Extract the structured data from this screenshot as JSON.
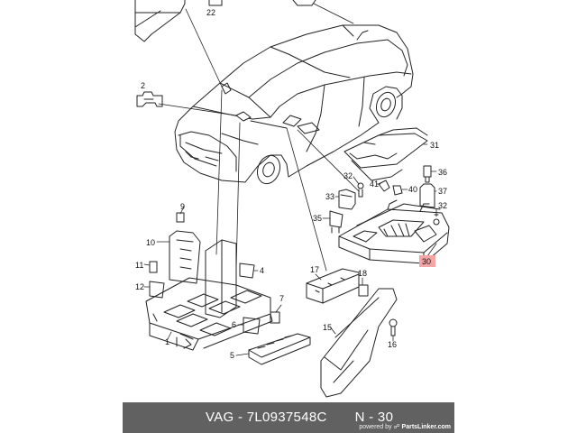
{
  "callouts": [
    {
      "id": "22",
      "label": "22"
    },
    {
      "id": "2",
      "label": "2"
    },
    {
      "id": "9",
      "label": "9"
    },
    {
      "id": "10",
      "label": "10"
    },
    {
      "id": "11",
      "label": "11"
    },
    {
      "id": "12",
      "label": "12"
    },
    {
      "id": "1",
      "label": "1"
    },
    {
      "id": "4",
      "label": "4"
    },
    {
      "id": "6",
      "label": "6"
    },
    {
      "id": "7",
      "label": "7"
    },
    {
      "id": "5",
      "label": "5"
    },
    {
      "id": "17",
      "label": "17"
    },
    {
      "id": "18",
      "label": "18"
    },
    {
      "id": "15",
      "label": "15"
    },
    {
      "id": "16",
      "label": "16"
    },
    {
      "id": "35",
      "label": "35"
    },
    {
      "id": "33",
      "label": "33"
    },
    {
      "id": "32a",
      "label": "32"
    },
    {
      "id": "41",
      "label": "41"
    },
    {
      "id": "40",
      "label": "40"
    },
    {
      "id": "31",
      "label": "31"
    },
    {
      "id": "36",
      "label": "36"
    },
    {
      "id": "37",
      "label": "37"
    },
    {
      "id": "32b",
      "label": "32"
    },
    {
      "id": "30",
      "label": "30"
    }
  ],
  "highlight_color": "#f4a6a6",
  "caption": {
    "brand": "VAG",
    "separator": "-",
    "part_number": "7L0937548C",
    "position": "N - 30"
  },
  "powered_by": {
    "prefix": "powered by",
    "site": "PartsLinker.com"
  }
}
